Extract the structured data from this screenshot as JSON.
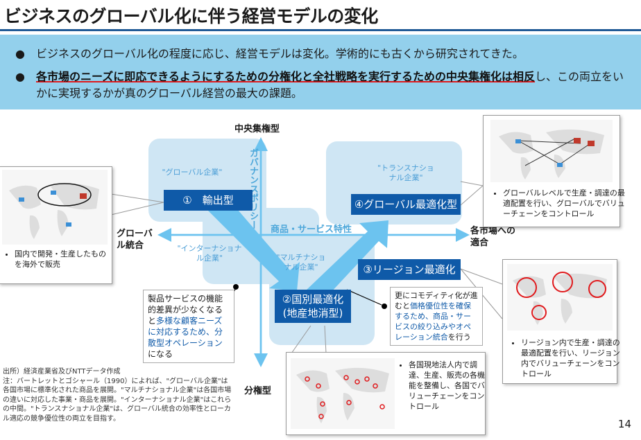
{
  "title": "ビジネスのグローバル化に伴う経営モデルの変化",
  "banner": {
    "bullet1": "ビジネスのグローバル化の程度に応じ、経営モデルは変化。学術的にも古くから研究されてきた。",
    "bullet2_em": "各市場のニーズに即応できるようにするための分権化と全社戦略を実行するための中央集権化は相反",
    "bullet2_rest": "し、この両立をいかに実現するかが真のグローバル経営の最大の課題。",
    "bullet_char": "●"
  },
  "axes": {
    "top": "中央集権型",
    "bottom": "分権型",
    "left": "グローバル統合",
    "right": "各市場への適合",
    "vertical_text": "ガバナンスポリシー",
    "horizontal_text": "商品・サービス特性"
  },
  "categories": {
    "global": "\"グローバル企業\"",
    "transnational": "\"トランスナショナル企業\"",
    "international": "\"インターナショナル企業\"",
    "multinational": "\"マルチナショナル企業\""
  },
  "models": {
    "m1": "①　輸出型",
    "m2_line1": "②国別最適化",
    "m2_line2": "(地産地消型)",
    "m3": "③リージョン最適化型",
    "m4": "④グローバル最適化型"
  },
  "notes": {
    "left_p1": "製品サービスの機能的差異が少なくなると",
    "left_p2_blue": "多様な顧客ニーズに対応するため、分散型オペレーション",
    "left_p3": "になる",
    "right_p1": "更にコモディティ化が進むと",
    "right_p2_blue": "価格優位性を確保するため、商品・サービスの絞り込みやオペレーション統合",
    "right_p3": "を行う"
  },
  "callouts": {
    "export": "国内で開発・生産したものを海外で販売",
    "global": "グローバルレベルで生産・調達の最適配置を行い、グローバルでバリューチェーンをコントロール",
    "region": "リージョン内で生産・調達の最適配置を行い、リージョン内でバリューチェーンをコントロール",
    "country": "各国現地法人内で調達、生産、販売の各機能を整備し、各国でバリューチェーンをコントロール"
  },
  "source": {
    "line1": "出所）経済産業省及びNTTデータ作成",
    "line2": "注：バートレットとゴシャール（1990）によれば、\"グローバル企業\"は各国市場に標準化された商品を展開。\"マルチナショナル企業\"は各国市場の違いに対応した事業・商品を展開。\"インターナショナル企業\"はこれらの中間。\"トランスナショナル企業\"は、グローバル統合の効率性とローカル適応の競争優位性の両立を目指す。"
  },
  "page_number": "14",
  "colors": {
    "accent_blue": "#0f5aa8",
    "light_blue": "#93d0ec",
    "arrow_blue": "#6cc3ef",
    "red": "#e0191c"
  }
}
